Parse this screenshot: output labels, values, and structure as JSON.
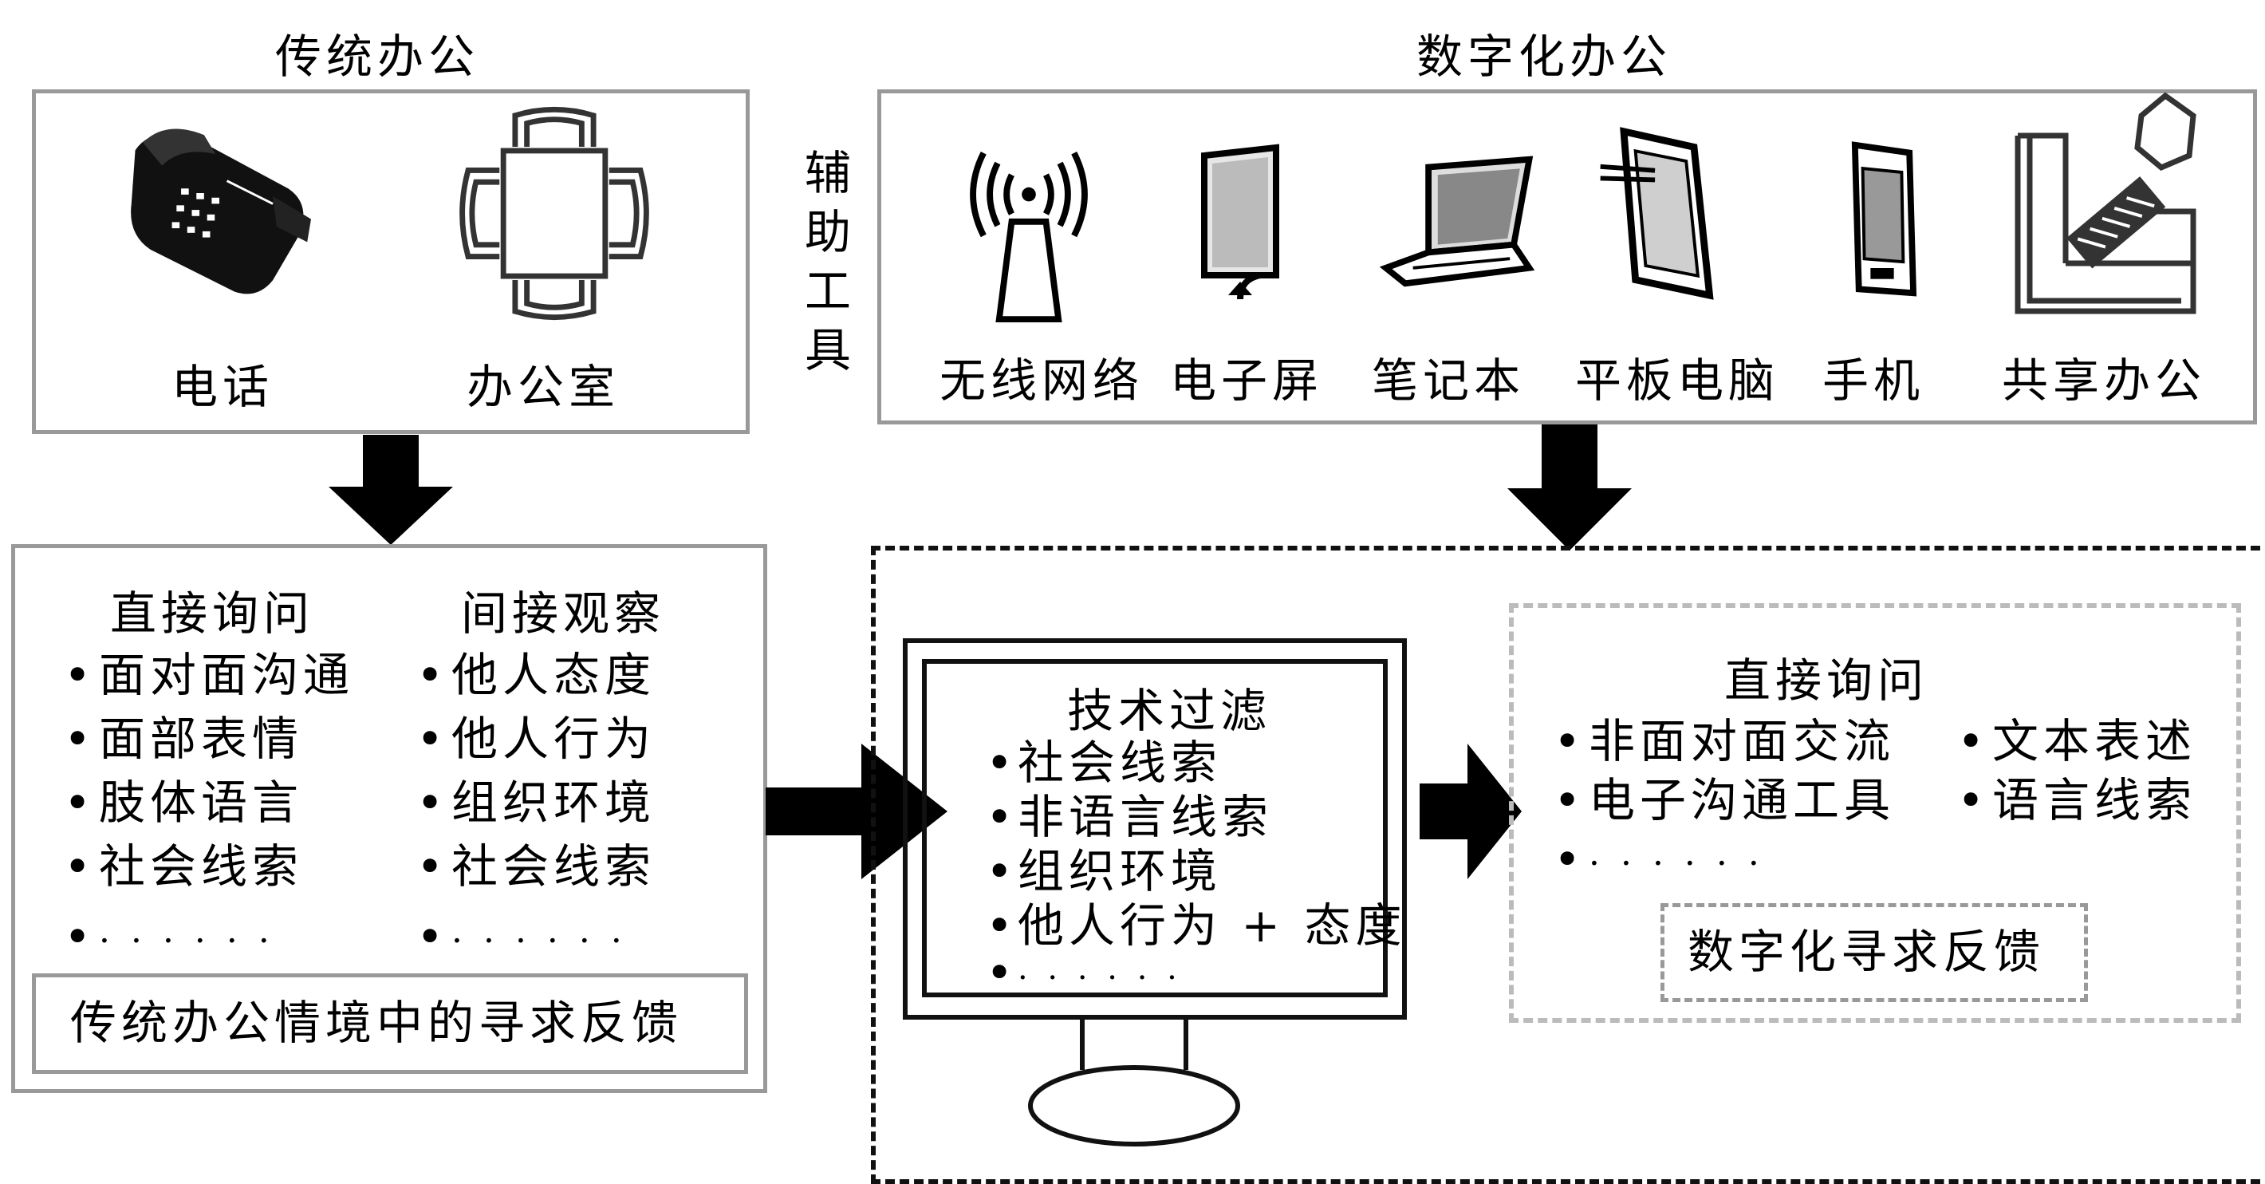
{
  "traditional": {
    "title": "传统办公",
    "icons": [
      {
        "label": "电话",
        "icon": "telephone-icon"
      },
      {
        "label": "办公室",
        "icon": "office-table-icon"
      }
    ],
    "left_col": {
      "heading": "直接询问",
      "items": [
        "面对面沟通",
        "面部表情",
        "肢体语言",
        "社会线索",
        "· · · · · ·"
      ]
    },
    "right_col": {
      "heading": "间接观察",
      "items": [
        "他人态度",
        "他人行为",
        "组织环境",
        "社会线索",
        "· · · · · ·"
      ]
    },
    "summary": "传统办公情境中的寻求反馈"
  },
  "digital": {
    "title": "数字化办公",
    "side_label": [
      "辅",
      "助",
      "工",
      "具"
    ],
    "tools": [
      {
        "label": "无线网络",
        "icon": "wireless-antenna-icon"
      },
      {
        "label": "电子屏",
        "icon": "electronic-screen-icon"
      },
      {
        "label": "笔记本",
        "icon": "laptop-icon"
      },
      {
        "label": "平板电脑",
        "icon": "tablet-icon"
      },
      {
        "label": "手机",
        "icon": "mobile-phone-icon"
      },
      {
        "label": "共享办公",
        "icon": "shared-office-icon"
      }
    ],
    "filter": {
      "heading": "技术过滤",
      "items": [
        "社会线索",
        "非语言线索",
        "组织环境",
        "他人行为 + 态度",
        "· · · · · ·"
      ]
    },
    "direct": {
      "heading": "直接询问",
      "left_items": [
        "非面对面交流",
        "电子沟通工具",
        "· · · · · ·"
      ],
      "right_items": [
        "文本表述",
        "语言线索"
      ]
    },
    "summary": "数字化寻求反馈"
  }
}
